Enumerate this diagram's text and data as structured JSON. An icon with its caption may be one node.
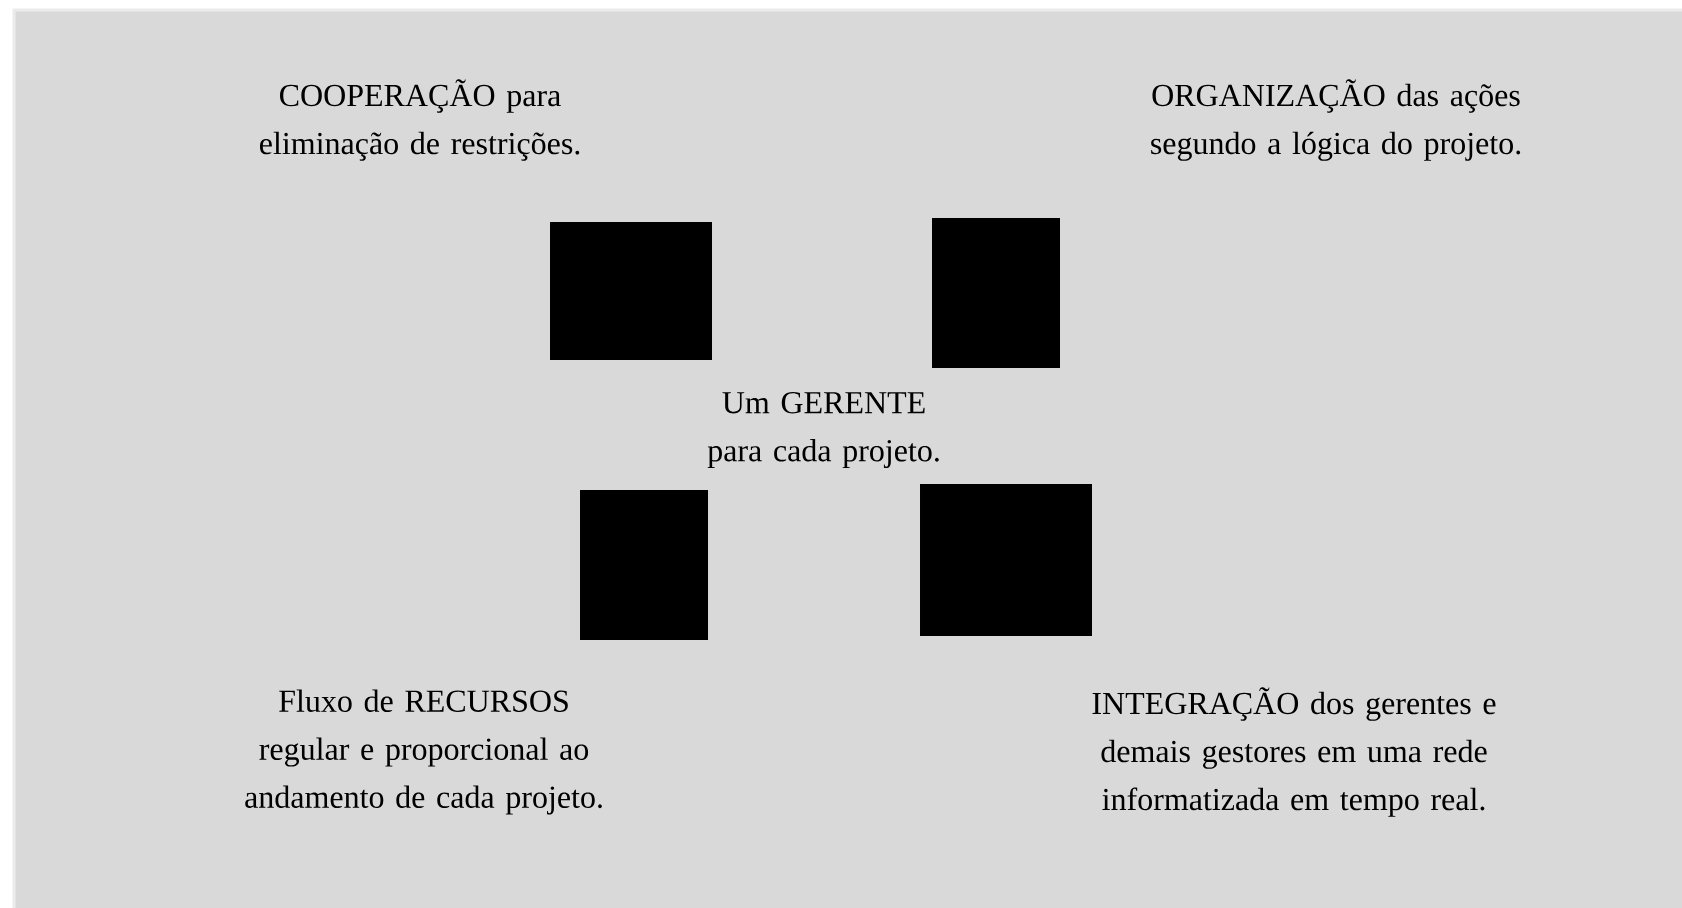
{
  "diagram": {
    "labels": [
      "COOPERAÇÃO para eliminação de restrições.",
      "ORGANIZAÇÃO das ações segundo a lógica do projeto.",
      "Um GERENTE para cada projeto.",
      "Fluxo de RECURSOS regular e proporcional ao andamento de cada projeto.",
      "INTEGRAÇÃO dos gerentes e demais gestores em uma rede informatizada em tempo real."
    ]
  }
}
